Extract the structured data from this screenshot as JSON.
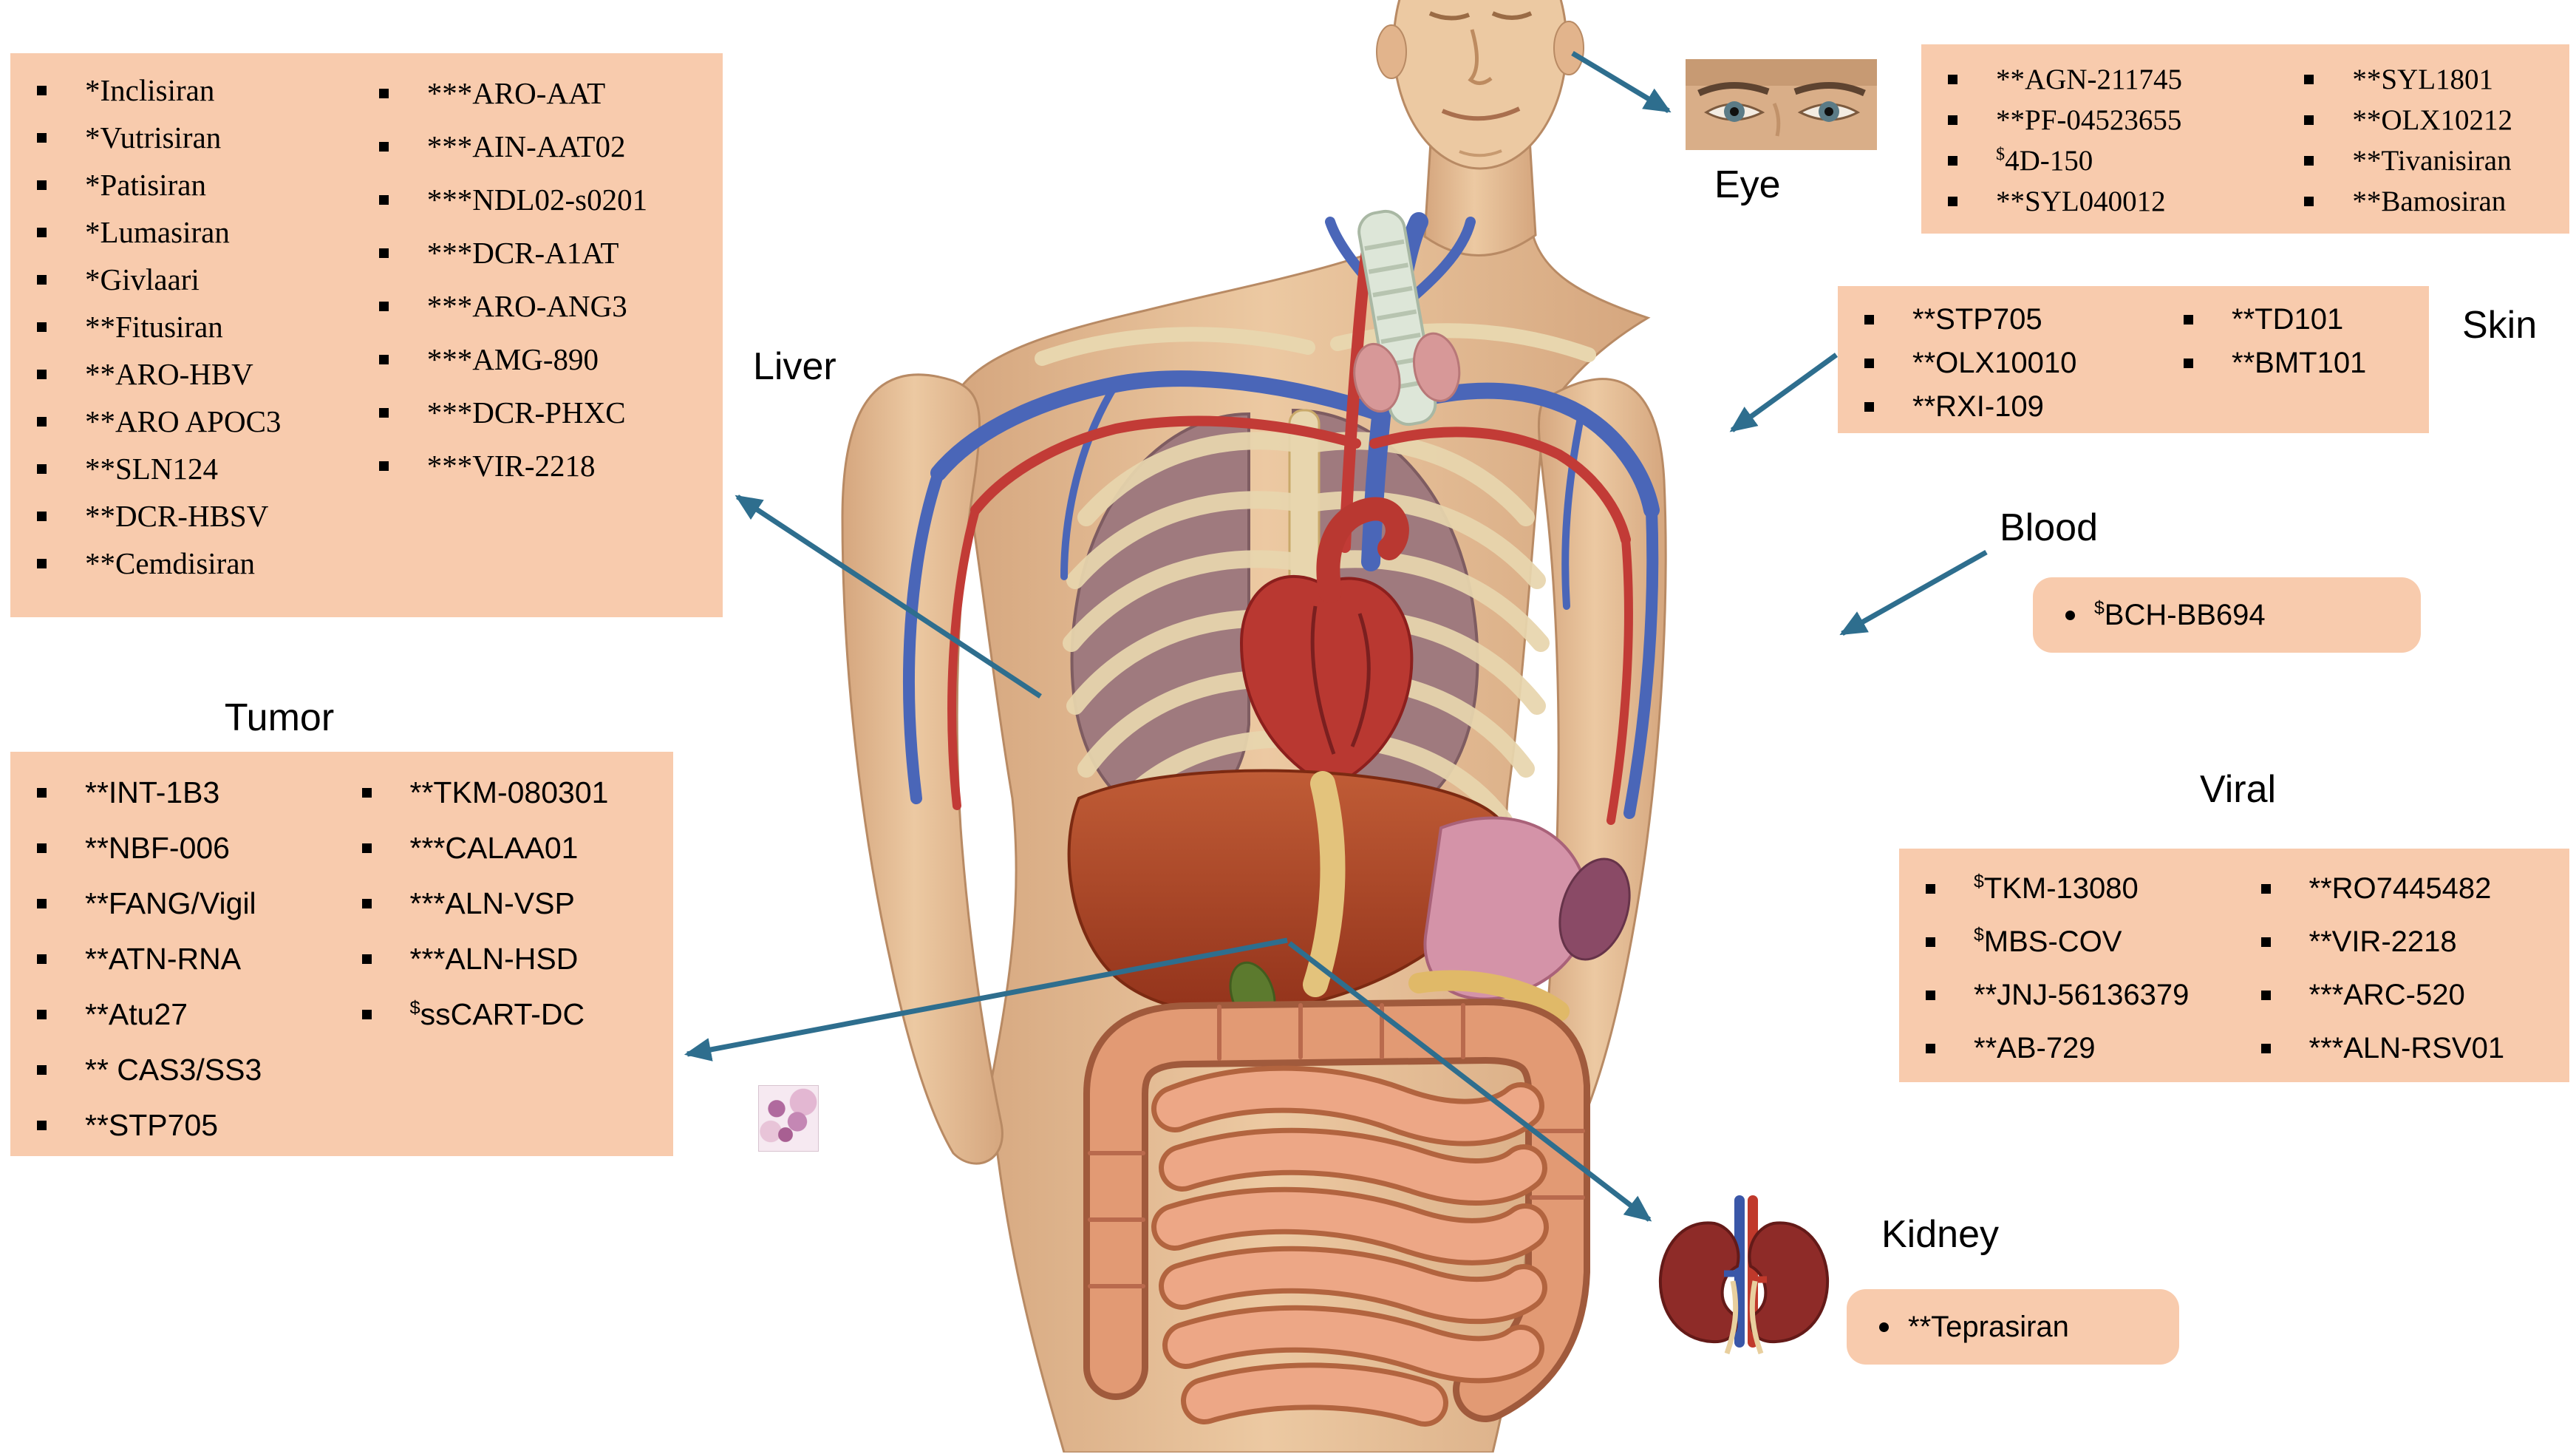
{
  "palette": {
    "box_bg": "#f8cbad",
    "arrow": "#2e6e8e",
    "text": "#000000",
    "skin": "#e6c09a",
    "organ_red": "#b5532e"
  },
  "images": {
    "body": "human torso anatomy illustration",
    "eye_photo": "photograph of human eyes",
    "kidney_photo": "pair of kidneys with vessels",
    "histology": "tumor tissue micrograph"
  },
  "organs": {
    "liver": {
      "label": "Liver",
      "items_col1": [
        "*Inclisiran",
        "*Vutrisiran",
        "*Patisiran",
        "*Lumasiran",
        "*Givlaari",
        "**Fitusiran",
        "**ARO-HBV",
        "**ARO APOC3",
        "**SLN124",
        "**DCR-HBSV",
        "**Cemdisiran"
      ],
      "items_col2": [
        "***ARO-AAT",
        "***AIN-AAT02",
        "***NDL02-s0201",
        "***DCR-A1AT",
        "***ARO-ANG3",
        "***AMG-890",
        "***DCR-PHXC",
        "***VIR-2218"
      ]
    },
    "eye": {
      "label": "Eye",
      "items_col1": [
        "**AGN-211745",
        "**PF-04523655",
        "$4D-150",
        "**SYL040012"
      ],
      "items_col2": [
        "**SYL1801",
        "**OLX10212",
        "**Tivanisiran",
        "**Bamosiran"
      ]
    },
    "skin": {
      "label": "Skin",
      "items_col1": [
        "**STP705",
        "**OLX10010",
        "**RXI-109"
      ],
      "items_col2": [
        "**TD101",
        "**BMT101"
      ]
    },
    "blood": {
      "label": "Blood",
      "items": [
        "$BCH-BB694"
      ]
    },
    "viral": {
      "label": "Viral",
      "items_col1": [
        "$TKM-13080",
        "$MBS-COV",
        "**JNJ-56136379",
        "**AB-729"
      ],
      "items_col2": [
        "**RO7445482",
        "**VIR-2218",
        "***ARC-520",
        "***ALN-RSV01"
      ]
    },
    "tumor": {
      "label": "Tumor",
      "items_col1": [
        "**INT-1B3",
        "**NBF-006",
        "**FANG/Vigil",
        "**ATN-RNA",
        "**Atu27",
        "** CAS3/SS3",
        "**STP705"
      ],
      "items_col2": [
        "**TKM-080301",
        "***CALAA01",
        "***ALN-VSP",
        "***ALN-HSD",
        "$ssCART-DC"
      ]
    },
    "kidney": {
      "label": "Kidney",
      "items": [
        "**Teprasiran"
      ]
    }
  }
}
